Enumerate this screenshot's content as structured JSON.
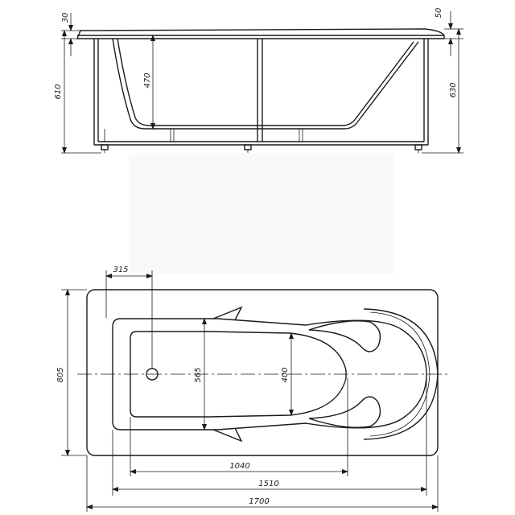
{
  "side_view": {
    "dimensions": {
      "rim_left": "30",
      "height_left": "610",
      "depth": "470",
      "rim_right": "50",
      "height_right": "630"
    }
  },
  "top_view": {
    "dimensions": {
      "drain_offset": "315",
      "overall_width": "805",
      "bowl_width": "565",
      "bottom_width": "400",
      "bottom_length": "1040",
      "bowl_length": "1510",
      "overall_length": "1700"
    }
  }
}
